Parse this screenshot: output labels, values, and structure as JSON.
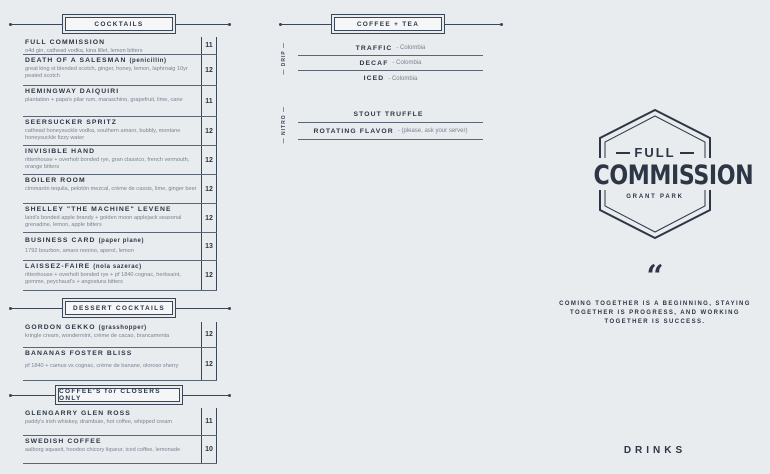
{
  "cocktails": {
    "title": "COCKTAILS",
    "items": [
      {
        "name": "FULL COMMISSION",
        "sub": "",
        "desc": "o4d gin, cathead vodka, kina lillet, lemon bitters",
        "price": "11"
      },
      {
        "name": "DEATH OF A SALESMAN",
        "sub": "(penicillin)",
        "desc": "great king st blended scotch, ginger, honey, lemon, laphroaig 10yr peated scotch",
        "price": "12"
      },
      {
        "name": "HEMINGWAY DAIQUIRI",
        "sub": "",
        "desc": "plantation + papa's pilar rum, maraschino, grapefruit, lime, cane",
        "price": "11"
      },
      {
        "name": "SEERSUCKER SPRITZ",
        "sub": "",
        "desc": "cathead honeysuckle vodka, southern amaro, bubbly, montane honeysuckle fizzy water",
        "price": "12"
      },
      {
        "name": "INVISIBLE HAND",
        "sub": "",
        "desc": "rittenhouse + overholt bonded rye, gran classico, french vermouth, orange bitters",
        "price": "12"
      },
      {
        "name": "BOILER ROOM",
        "sub": "",
        "desc": "cimmarón tequila, pelotón mezcal, crème de cassis, lime, ginger beer",
        "price": "12"
      },
      {
        "name": "SHELLEY \"THE MACHINE\" LEVENE",
        "sub": "",
        "desc": "laird's bonded apple brandy + golden moon applejack seasonal grenadine, lemon, apple bitters",
        "price": "12"
      },
      {
        "name": "BUSINESS CARD",
        "sub": "(paper plane)",
        "desc": "1792 bourbon, amaro nonino, aperol, lemon",
        "price": "13"
      },
      {
        "name": "LAISSEZ-FAIRE",
        "sub": "(nola sazerac)",
        "desc": "rittenhouse + overholt bonded rye + pf 1840 cognac, herbsaint, gomme, peychaud's + angostura bitters",
        "price": "12"
      }
    ]
  },
  "dessert": {
    "title": "DESSERT COCKTAILS",
    "items": [
      {
        "name": "GORDON GEKKO",
        "sub": "(grasshopper)",
        "desc": "kringle cream, wondermint, crème de cacao, brancamenta",
        "price": "12"
      },
      {
        "name": "BANANAS FOSTER BLISS",
        "sub": "",
        "desc": "pf 1840 + camus vs cognac, crème de banane, oloroso sherry",
        "price": "12"
      }
    ]
  },
  "closers": {
    "title": "COFFEE'S for CLOSERS ONLY",
    "items": [
      {
        "name": "GLENGARRY GLEN ROSS",
        "sub": "",
        "desc": "paddy's irish whiskey, drambuie, hot coffee, whipped cream",
        "price": "11"
      },
      {
        "name": "SWEDISH COFFEE",
        "sub": "",
        "desc": "aalborg aquavit, hoodoo chicory liqueur, iced coffee, lemonade",
        "price": "10"
      }
    ]
  },
  "coffee_tea": {
    "title": "COFFEE + TEA",
    "drip_label": "— DRIP —",
    "drip": [
      {
        "name": "TRAFFIC",
        "origin": "- Colombia"
      },
      {
        "name": "DECAF",
        "origin": "- Colombia"
      },
      {
        "name": "ICED",
        "origin": "- Colombia"
      }
    ],
    "nitro_label": "— NITRO —",
    "nitro": [
      {
        "name": "STOUT TRUFFLE",
        "origin": ""
      },
      {
        "name": "ROTATING FLAVOR",
        "origin": "- (please, ask your server)"
      }
    ]
  },
  "logo": {
    "top": "FULL",
    "main": "COMMISSION",
    "sub": "GRANT PARK"
  },
  "quote": {
    "mark": "“",
    "text": "COMING TOGETHER IS A BEGINNING, STAYING TOGETHER IS PROGRESS, AND WORKING TOGETHER IS SUCCESS."
  },
  "footer": {
    "label": "DRINKS"
  },
  "colors": {
    "background": "#e9ecef",
    "ink": "#2c3645",
    "muted": "#7a8390"
  }
}
